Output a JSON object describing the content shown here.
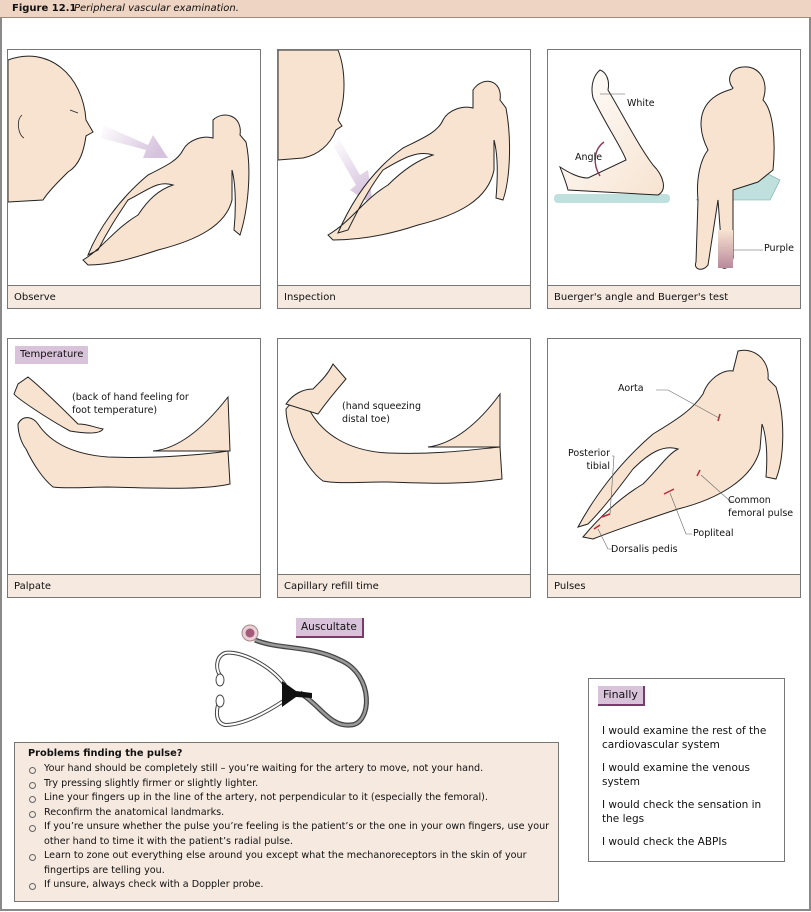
{
  "figure": {
    "number": "Figure 12.1",
    "title": "Peripheral vascular examination."
  },
  "panels": [
    {
      "caption": "Observe"
    },
    {
      "caption": "Inspection"
    },
    {
      "caption": "Buerger's angle and Buerger's test",
      "labels": {
        "white": "White",
        "angle": "Angle",
        "purple": "Purple"
      }
    },
    {
      "caption": "Palpate",
      "tag": "Temperature",
      "note": "(back of hand feeling for foot temperature)"
    },
    {
      "caption": "Capillary refill time",
      "note": "(hand squeezing distal toe)"
    },
    {
      "caption": "Pulses",
      "labels": {
        "aorta": "Aorta",
        "posterior_tibial": "Posterior tibial",
        "common_femoral": "Common femoral pulse",
        "popliteal": "Popliteal",
        "dorsalis_pedis": "Dorsalis pedis"
      }
    }
  ],
  "auscultate": {
    "tag": "Auscultate"
  },
  "finally": {
    "tag": "Finally",
    "items": [
      "I would examine the rest of the cardiovascular system",
      "I would examine the venous system",
      "I would check the sensation in the legs",
      "I would check the ABPIs"
    ]
  },
  "problems": {
    "title": "Problems finding the pulse?",
    "items": [
      "Your hand should be completely still – you’re waiting for the artery to move, not your hand.",
      "Try pressing slightly firmer or slightly lighter.",
      "Line your fingers up in the line of the artery, not perpendicular to it (especially the femoral).",
      "Reconfirm the anatomical landmarks.",
      "If you’re unsure whether the pulse you’re feeling is the patient’s or the one in your own fingers, use your other hand to time it with the patient’s radial pulse.",
      "Learn to zone out everything else around you except what the mechanoreceptors in the skin of your fingertips are telling you.",
      "If unsure, always check with a Doppler probe."
    ]
  },
  "colors": {
    "header_bg": "#eed4c3",
    "caption_bg": "#f6e9e0",
    "skin": "#f7e3d0",
    "tag_bg": "#d9c3da",
    "arrow": "#d9c6e0",
    "pulse_mark": "#c0283a",
    "couch": "#bfe0dc"
  }
}
